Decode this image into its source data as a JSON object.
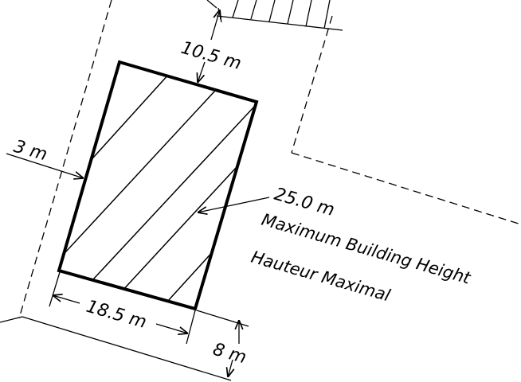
{
  "dimensions": {
    "top_setback": "10.5 m",
    "side_setback": "3 m",
    "bottom_width": "18.5 m",
    "bottom_setback": "8 m"
  },
  "height_note": {
    "value": "25.0 m",
    "line1": "Maximum Building Height",
    "line2": "Hauteur Maximal"
  },
  "colors": {
    "ink": "#000000",
    "background": "#ffffff"
  }
}
